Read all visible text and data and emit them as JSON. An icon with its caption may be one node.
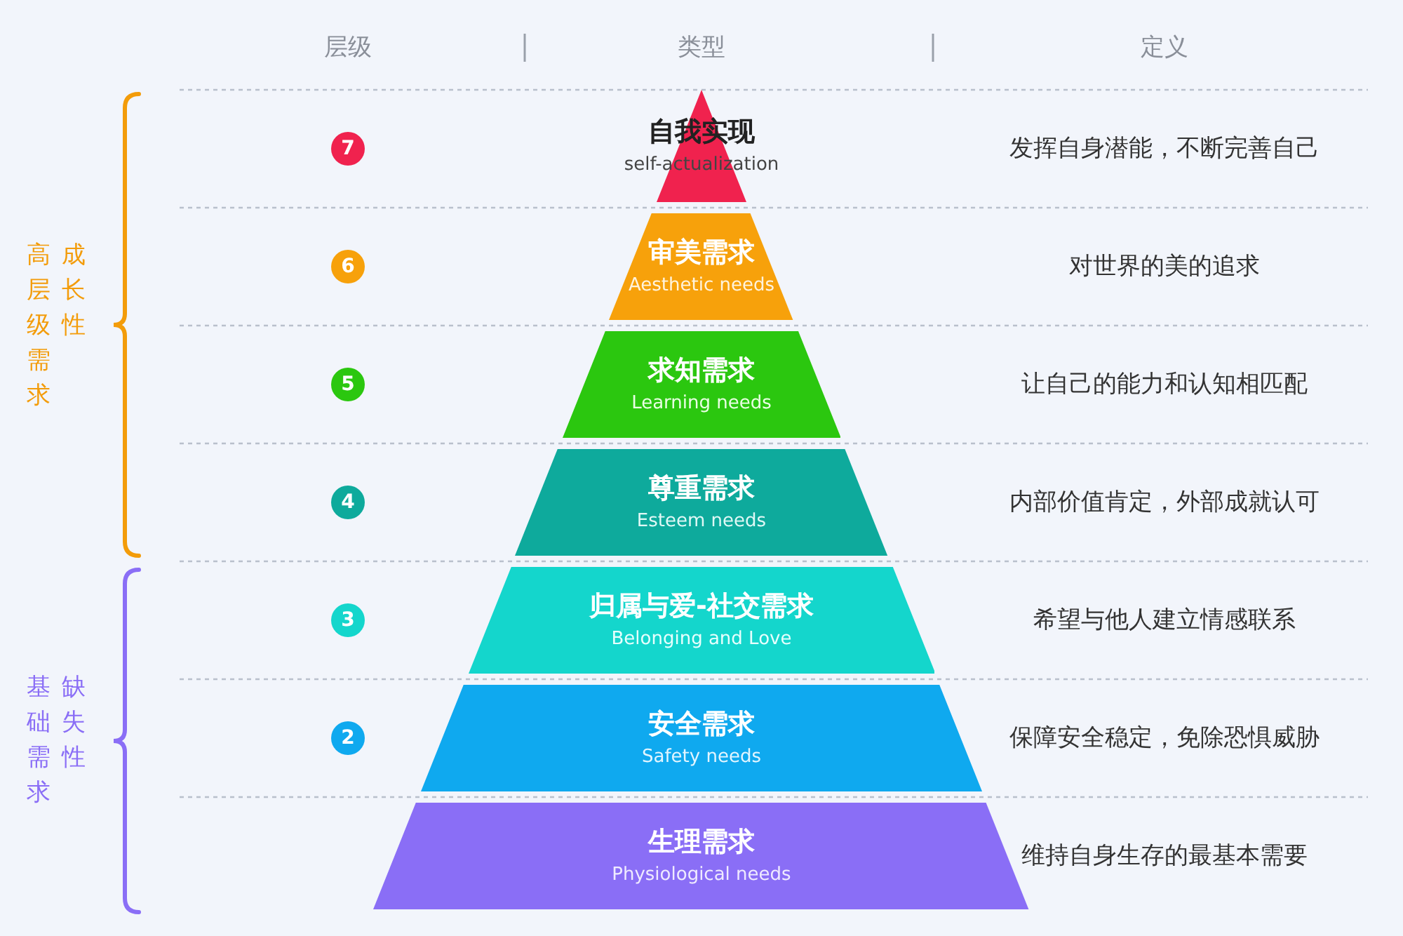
{
  "diagram": {
    "nodes": [
      {
        "text": [
          "自我实现",
          "self-actualization"
        ]
      },
      {
        "text": [
          "审美需求",
          "Aesthetic needs"
        ]
      },
      {
        "text": [
          "求知需求",
          "Learning needs"
        ]
      },
      {
        "text": [
          "尊重需求",
          "Esteem needs"
        ]
      },
      {
        "text": [
          "归属与爱-社交需求",
          "Belonging and Love"
        ]
      },
      {
        "text": [
          "安全需求",
          "Safety needs"
        ]
      },
      {
        "text": [
          "生理需求",
          "Physiological needs"
        ]
      }
    ],
    "labels": [
      "层级",
      "类型",
      "定义",
      "高层级需求",
      "成长性",
      "7",
      "发挥自身潜能，不断完善自己",
      "6",
      "对世界的美的追求",
      "5",
      "让自己的能力和认知相匹配",
      "4",
      "内部价值肯定，外部成就认可",
      "基础需求",
      "缺失性",
      "3",
      "希望与他人建立情感联系",
      "2",
      "保障安全稳定，免除恐惧威胁",
      "维持自身生存的最基本需要"
    ]
  }
}
